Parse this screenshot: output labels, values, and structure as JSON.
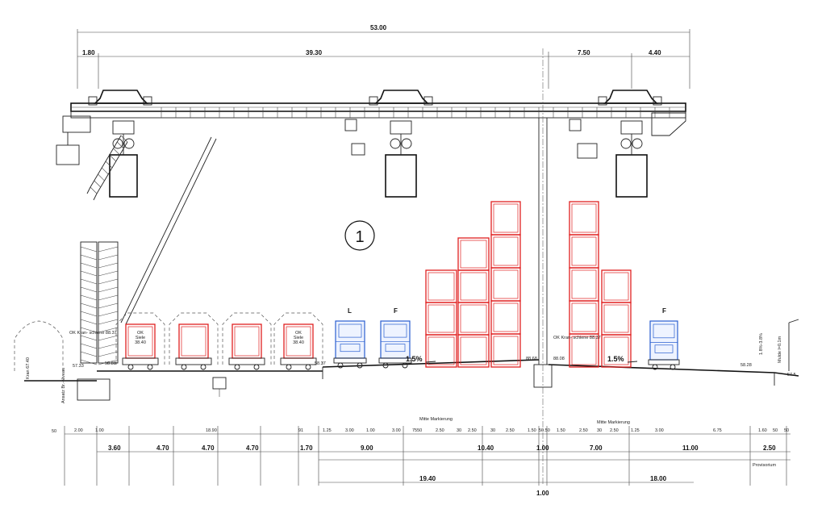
{
  "dimensions_top": {
    "overall": "53.00",
    "segments": [
      "1.80",
      "39.30",
      "7.50",
      "4.40"
    ]
  },
  "section_marker": "1",
  "vehicle_labels": [
    "L",
    "F",
    "F"
  ],
  "slope_labels": [
    "1.5%",
    "1.5%"
  ],
  "wagon_labels": [
    "OK\nSiele\n38.40",
    "OK\nSiele\n38.40"
  ],
  "side_labels": {
    "left_vertical": "Kran\n67.40",
    "left_level": "57.33",
    "left_low": "Ansatz\nBr.-Niveau",
    "center_ok": "OK\nKran-\nschiene\n88.37",
    "center_left": "88.68",
    "center_right": "88.08",
    "right_level": "58.28",
    "right_vertical": "1.8%-3.8%",
    "right_mulde": "Mulde l=0.1m",
    "right_end": "57.5",
    "left_ok": "OK\nKran-\nschiene\n88.37",
    "level_98": "58.88",
    "level_37": "58.37"
  },
  "mitte_labels": [
    "Mitte Markierung",
    "Mitte Markierung"
  ],
  "dims_row1": [
    "2.00",
    "1.00",
    "18.90",
    "91",
    "1.25",
    "3.00",
    "1.00",
    "3.00",
    "7550",
    "2.50",
    "30",
    "2.50",
    "30",
    "2.50",
    "1.50",
    "50.50",
    "1.50",
    "2.50",
    "30",
    "2.50",
    "1.25",
    "3.00",
    "6.75",
    "1.60",
    "50",
    "50"
  ],
  "dims_row1_left": "50",
  "dims_row2": [
    "3.60",
    "4.70",
    "4.70",
    "4.70",
    "1.70",
    "9.00",
    "10.40",
    "1.00",
    "7.00",
    "11.00",
    "2.50"
  ],
  "dims_row2_right_label": "Provisorium",
  "dims_row3": [
    "19.40",
    "18.00"
  ],
  "dims_row4": [
    "1.00"
  ],
  "colors": {
    "containers": "#e02020",
    "trucks": "#2a5fd0",
    "lines": "#222222"
  }
}
